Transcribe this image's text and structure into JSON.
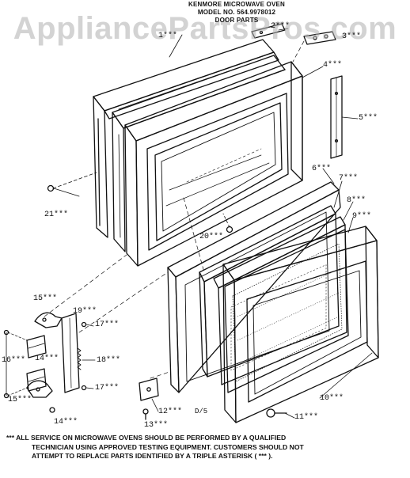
{
  "header": {
    "line1": "KENMORE MICROWAVE OVEN",
    "line2": "MODEL NO. 564.9978012",
    "line3": "DOOR PARTS"
  },
  "watermark": "AppliancePartsPros.com",
  "callouts": {
    "c1": "1***",
    "c2": "2***",
    "c3": "3***",
    "c4": "4***",
    "c5": "5***",
    "c6": "6***",
    "c7": "7***",
    "c8": "8***",
    "c9": "9***",
    "c10": "10***",
    "c11": "11***",
    "c12": "12***",
    "c13": "13***",
    "c14a": "14***",
    "c14b": "14***",
    "c15a": "15***",
    "c15b": "15***",
    "c16": "16***",
    "c17a": "17***",
    "c17b": "17***",
    "c18": "18***",
    "c19": "19***",
    "c20": "20***",
    "c21": "21***"
  },
  "diagram_code": "D/5",
  "footnote": {
    "line1": "*** ALL SERVICE ON MICROWAVE OVENS SHOULD BE PERFORMED BY A QUALIFIED",
    "line2": "TECHNICIAN USING APPROVED TESTING EQUIPMENT. CUSTOMERS SHOULD NOT",
    "line3": "ATTEMPT TO REPLACE PARTS IDENTIFIED BY A TRIPLE ASTERISK ( *** )."
  }
}
